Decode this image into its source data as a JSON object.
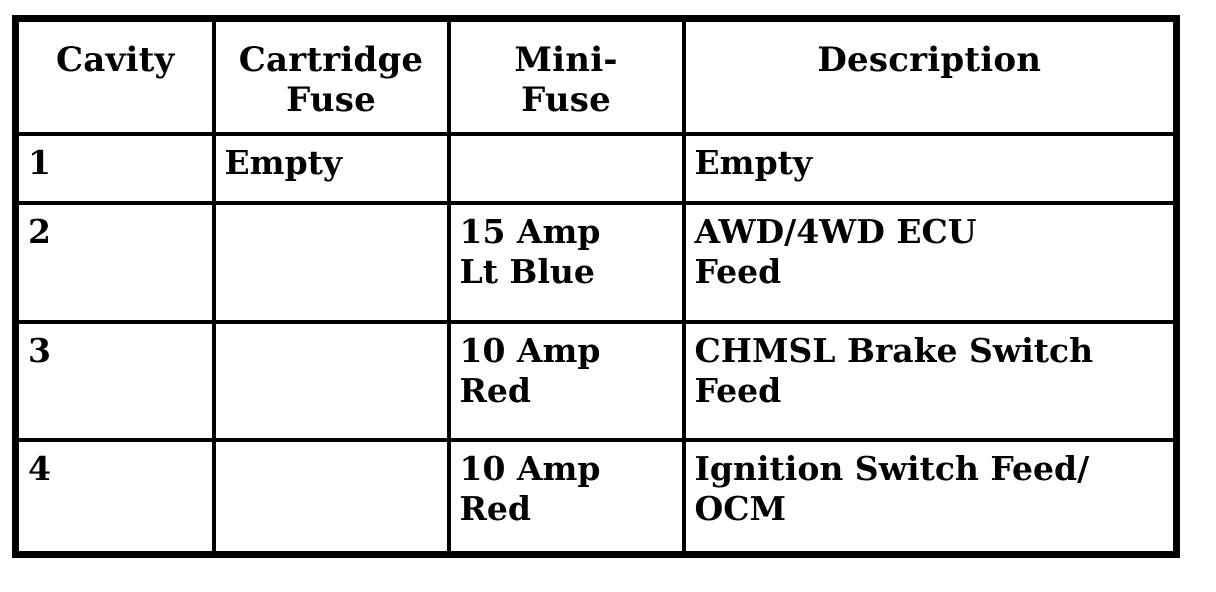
{
  "table": {
    "name": "fuse-cavity-table",
    "border_color": "#000000",
    "background_color": "#ffffff",
    "text_color": "#000000",
    "columns": [
      {
        "key": "cavity",
        "header": "Cavity"
      },
      {
        "key": "cartridge",
        "header": "Cartridge\nFuse"
      },
      {
        "key": "mini",
        "header": "Mini-\nFuse"
      },
      {
        "key": "desc",
        "header": "Description"
      }
    ],
    "rows": [
      {
        "cavity": "1",
        "cartridge": "Empty",
        "mini": "",
        "desc": "Empty"
      },
      {
        "cavity": "2",
        "cartridge": "",
        "mini": "15 Amp\nLt Blue",
        "desc": "AWD/4WD ECU\nFeed"
      },
      {
        "cavity": "3",
        "cartridge": "",
        "mini": "10 Amp\nRed",
        "desc": "CHMSL Brake Switch\nFeed"
      },
      {
        "cavity": "4",
        "cartridge": "",
        "mini": "10 Amp\nRed",
        "desc": "Ignition Switch Feed/\nOCM"
      }
    ]
  }
}
